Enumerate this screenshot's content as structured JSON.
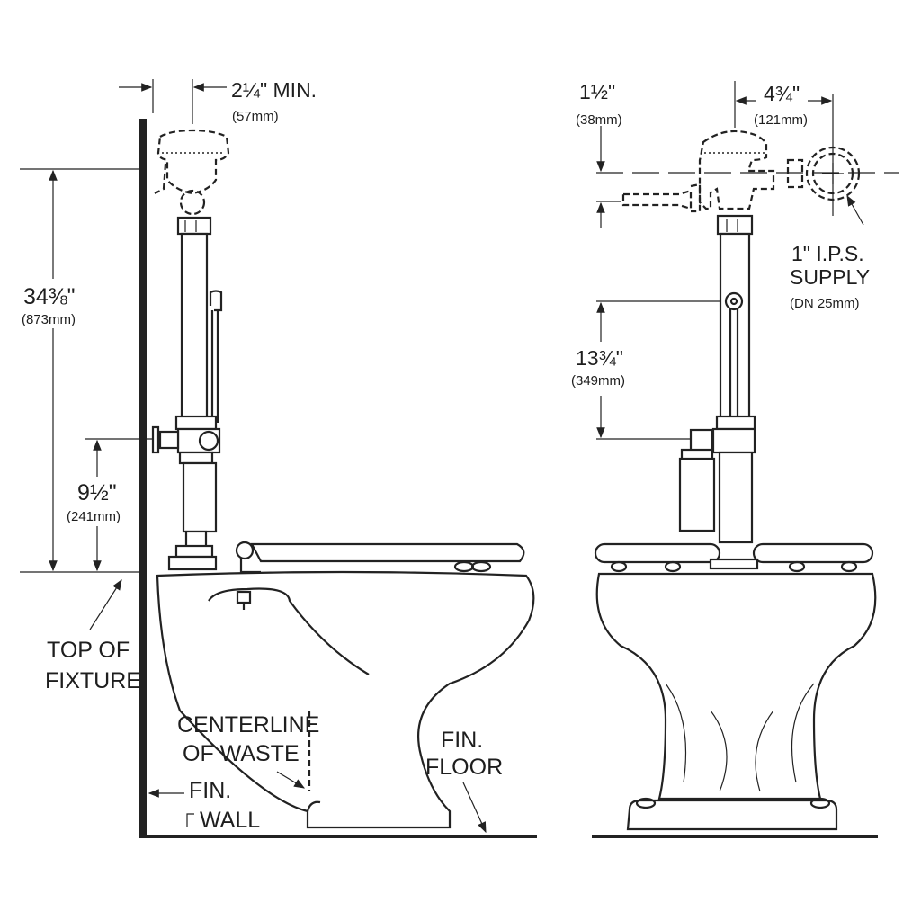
{
  "side_view": {
    "clearance": {
      "value": "2¼\" MIN.",
      "metric": "(57mm)"
    },
    "height_total": {
      "value": "34⅜\"",
      "metric": "(873mm)"
    },
    "height_stop": {
      "value": "9½\"",
      "metric": "(241mm)"
    },
    "top_of_fixture": [
      "TOP OF",
      "FIXTURE"
    ],
    "centerline": [
      "CENTERLINE",
      "OF WASTE"
    ],
    "fin_wall": [
      "FIN.",
      "WALL"
    ],
    "fin_floor": [
      "FIN.",
      "FLOOR"
    ]
  },
  "front_view": {
    "offset_vertical": {
      "value": "1½\"",
      "metric": "(38mm)"
    },
    "offset_horizontal": {
      "value": "4¾\"",
      "metric": "(121mm)"
    },
    "supply": [
      "1\"  I.P.S.",
      "SUPPLY",
      "(DN  25mm)"
    ],
    "height_handle": {
      "value": "13¾\"",
      "metric": "(349mm)"
    }
  },
  "colors": {
    "line": "#222222",
    "background": "#ffffff"
  }
}
